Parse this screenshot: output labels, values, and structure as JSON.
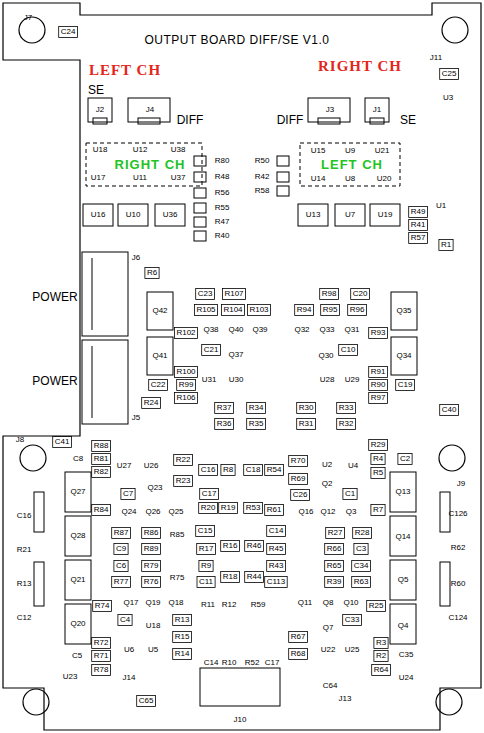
{
  "diagram": {
    "title": "OUTPUT BOARD DIFF/SE V1.0",
    "labels": [
      "J7",
      "C24",
      "LEFT CH",
      "RIGHT CH",
      "J11",
      "C25",
      "U3",
      "SE",
      "J2",
      "J4",
      "DIFF",
      "DIFF",
      "J3",
      "J1",
      "SE",
      "U18",
      "U12",
      "U38",
      "RIGHT CH",
      "U17",
      "U11",
      "U37",
      "U15",
      "U9",
      "U21",
      "LEFT CH",
      "U14",
      "U8",
      "U20",
      "R80",
      "R48",
      "R56",
      "R55",
      "R47",
      "R40",
      "R50",
      "R42",
      "R58",
      "U16",
      "U10",
      "U36",
      "U13",
      "U7",
      "U19",
      "U1",
      "R49",
      "R41",
      "R57",
      "R1",
      "J6",
      "POWER",
      "POWER",
      "R6",
      "J5",
      "C23",
      "R107",
      "R98",
      "C20",
      "R105",
      "R104",
      "R103",
      "R94",
      "R95",
      "R96",
      "Q42",
      "Q35",
      "Q38",
      "Q40",
      "Q39",
      "Q32",
      "Q33",
      "Q31",
      "R102",
      "R93",
      "C21",
      "C10",
      "Q41",
      "Q34",
      "Q37",
      "Q30",
      "R100",
      "U31",
      "U30",
      "U28",
      "U29",
      "R91",
      "C22",
      "R99",
      "R90",
      "C19",
      "R24",
      "R106",
      "R97",
      "R37",
      "R34",
      "R30",
      "R33",
      "R36",
      "R35",
      "R31",
      "R32",
      "C40",
      "J8",
      "C41",
      "R88",
      "C8",
      "R81",
      "R82",
      "U27",
      "U26",
      "R22",
      "R23",
      "C16",
      "R8",
      "C18",
      "R54",
      "R70",
      "U2",
      "U4",
      "R29",
      "R4",
      "R5",
      "C2",
      "J9",
      "R69",
      "Q27",
      "Q23",
      "C17",
      "Q2",
      "C1",
      "Q13",
      "C7",
      "R20",
      "R19",
      "R53",
      "R61",
      "C26",
      "R84",
      "Q24",
      "Q26",
      "Q25",
      "Q16",
      "Q12",
      "Q3",
      "R7",
      "C16",
      "C126",
      "R87",
      "R86",
      "R85",
      "C15",
      "C14",
      "R27",
      "R28",
      "Q28",
      "Q14",
      "C9",
      "R89",
      "R16",
      "R46",
      "R45",
      "R66",
      "C3",
      "R17",
      "R62",
      "R21",
      "C6",
      "R79",
      "R9",
      "R43",
      "R65",
      "C34",
      "R18",
      "R44",
      "R13",
      "C11",
      "C113",
      "R39",
      "R63",
      "R77",
      "R76",
      "R75",
      "Q21",
      "Q5",
      "R60",
      "C12",
      "C124",
      "Q17",
      "Q19",
      "Q18",
      "R74",
      "Q11",
      "Q8",
      "Q10",
      "R25",
      "R11",
      "R12",
      "R59",
      "Q20",
      "Q4",
      "C4",
      "U18",
      "Q7",
      "C33",
      "R13",
      "R67",
      "R72",
      "U6",
      "U5",
      "R15",
      "U22",
      "U25",
      "R3",
      "R2",
      "C35",
      "R68",
      "R14",
      "R71",
      "C5",
      "R78",
      "R64",
      "C14",
      "R10",
      "R52",
      "C17",
      "U23",
      "J14",
      "U24",
      "C64",
      "C65",
      "J10",
      "J13"
    ]
  }
}
